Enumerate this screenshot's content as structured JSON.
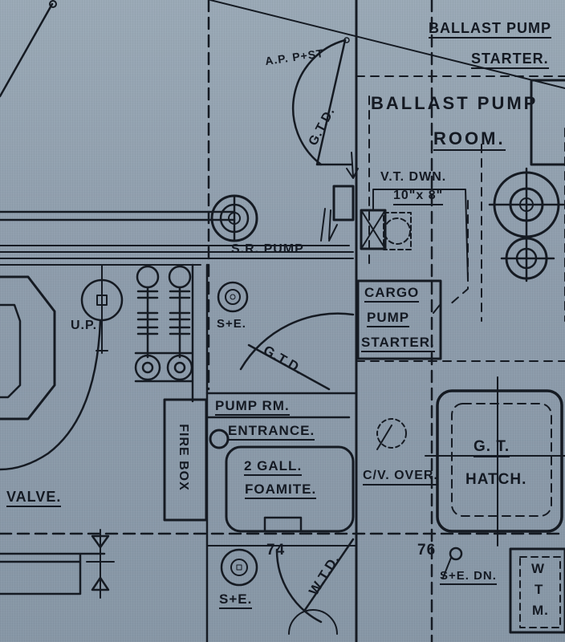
{
  "labels": {
    "ballast_pump_starter_line1": "BALLAST PUMP",
    "ballast_pump_starter_line2": "STARTER.",
    "ballast_pump_room_line1": "BALLAST PUMP",
    "ballast_pump_room_line2": "ROOM.",
    "ap_p_st": "A.P. P+ST",
    "gtd_upper": "G.T.D.",
    "vt_dwn": "V.T. DWN.",
    "vt_dwn_size": "10\"x 8\"",
    "sr_pump": "S.R. PUMP",
    "cargo_pump_starter_line1": "CARGO",
    "cargo_pump_starter_line2": "PUMP",
    "cargo_pump_starter_line3": "STARTER.",
    "up": "U.P.",
    "se_mid": "S+E.",
    "gtd_mid": "G.T.D.",
    "pump_rm_entrance_line1": "PUMP RM.",
    "pump_rm_entrance_line2": "ENTRANCE.",
    "fire_box": "FIRE BOX",
    "foamite_line1": "2 GALL.",
    "foamite_line2": "FOAMITE.",
    "cv_over": "C/V. OVER.",
    "gt_hatch_line1": "G. T.",
    "gt_hatch_line2": "HATCH.",
    "valve": "VALVE.",
    "frame_74": "74",
    "frame_76": "76",
    "se_dn": "S+E. DN.",
    "se_lower": "S+E.",
    "wtd_lower": "W.T.D.",
    "wtm_w": "W",
    "wtm_t": "T",
    "wtm_m": "M."
  },
  "colors": {
    "paper": "#8d9cab",
    "ink": "#151a22"
  }
}
